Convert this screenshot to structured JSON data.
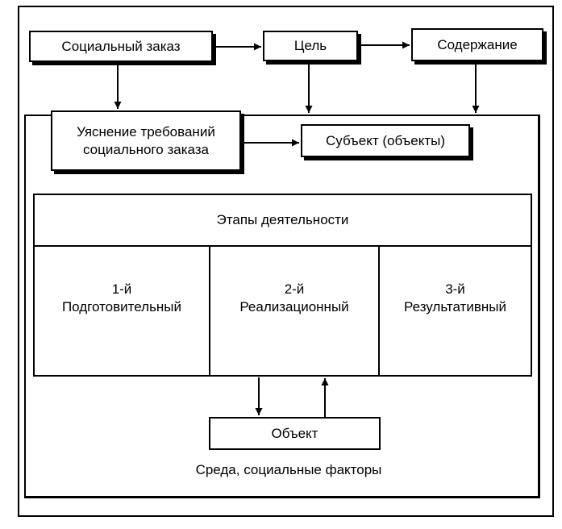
{
  "nodes": {
    "social_order": "Социальный заказ",
    "goal": "Цель",
    "content": "Содержание",
    "clarify_line1": "Уяснение требований",
    "clarify_line2": "социального заказа",
    "subject": "Субъект (объекты)",
    "object": "Объект"
  },
  "stages": {
    "header": "Этапы деятельности",
    "items": [
      {
        "num": "1-й",
        "name": "Подготовительный"
      },
      {
        "num": "2-й",
        "name": "Реализационный"
      },
      {
        "num": "3-й",
        "name": "Результативный"
      }
    ]
  },
  "environment_label": "Среда, социальные факторы"
}
